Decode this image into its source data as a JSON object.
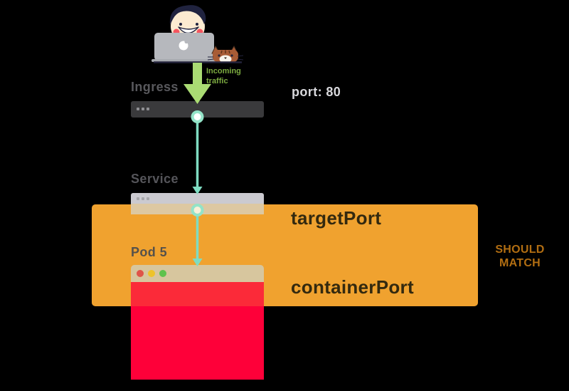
{
  "incoming_traffic": {
    "line1": "Incoming",
    "line2": "traffic"
  },
  "ingress": {
    "label": "Ingress"
  },
  "port_note": "port: 80",
  "service": {
    "label": "Service"
  },
  "pod": {
    "label": "Pod 5"
  },
  "band": {
    "target_port": "targetPort",
    "container_port": "containerPort"
  },
  "should_match": {
    "line1": "SHOULD",
    "line2": "MATCH"
  },
  "icons": [
    "developer-at-laptop-illustration",
    "cat-icon",
    "laptop-icon",
    "mouse-icon",
    "incoming-traffic-arrow-icon",
    "window-dots-icon",
    "window-control-dots-icon",
    "connector-node-icon",
    "connector-arrow-icon"
  ],
  "colors": {
    "background": "#000000",
    "band-orange": "#f0a22f",
    "band-text": "#33290f",
    "should-match-text": "#b26e12",
    "arrow-green": "#aadb73",
    "traffic-label-green": "#7cab40",
    "connector-teal": "#7fdcc2",
    "connector-ring": "#93e3c8",
    "ingress-bar": "#3a3a3c",
    "ingress-label": "#58585c",
    "service-label": "#55555a",
    "pod-label": "#55514b",
    "port-note-text": "#d9d9dd",
    "bar-dot-gray": "#909094",
    "bar-dot-dark": "#a5a5a9",
    "service-bar-top": "#cbcad0",
    "service-bar-bottom": "#ddc8a2",
    "pod-titlebar": "#d7c69e",
    "pod-body-top": "#fb2a39",
    "pod-body-bottom": "#fe0039",
    "dot-red": "#df5449",
    "dot-yellow": "#eec32a",
    "dot-green": "#5fc24c"
  }
}
